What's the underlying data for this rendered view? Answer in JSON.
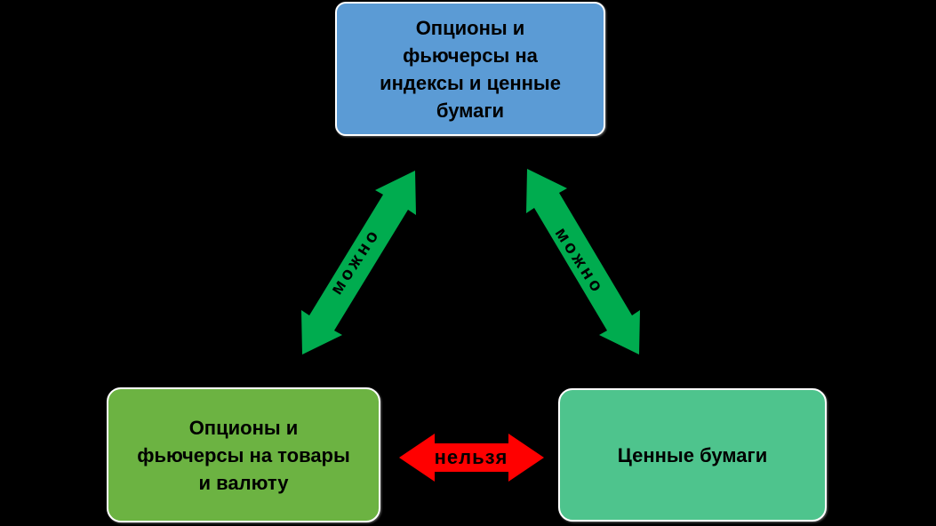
{
  "diagram": {
    "background_color": "#000000",
    "nodes": {
      "top": {
        "label": "Опционы и\nфьючерсы на\nиндексы и ценные\nбумаги",
        "color": "#5B9BD5"
      },
      "bottom_left": {
        "label": "Опционы и\nфьючерсы на товары\nи валюту",
        "color": "#6CB342"
      },
      "bottom_right": {
        "label": "Ценные бумаги",
        "color": "#4EC48D"
      }
    },
    "edges": {
      "top_to_bottom_left": {
        "label": "можно",
        "color": "#00AC4F",
        "type": "double-arrow"
      },
      "top_to_bottom_right": {
        "label": "можно",
        "color": "#00AC4F",
        "type": "double-arrow"
      },
      "bottom_left_to_bottom_right": {
        "label": "нельзя",
        "color": "#FF0000",
        "type": "double-arrow"
      }
    }
  }
}
